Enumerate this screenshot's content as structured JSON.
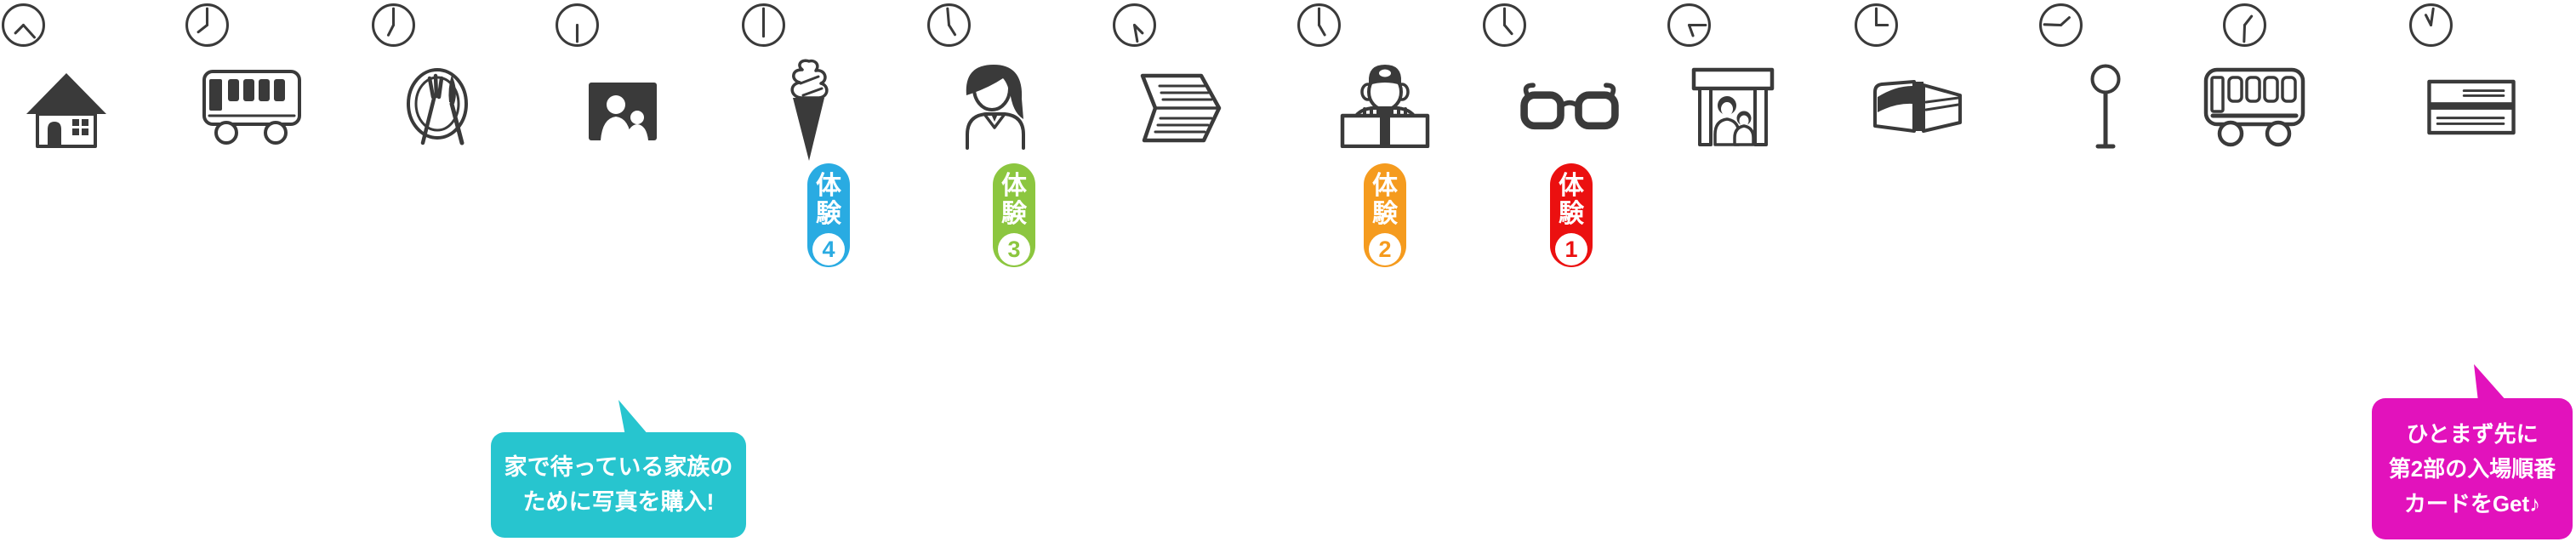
{
  "page": {
    "background": "#ffffff",
    "icon_color": "#3a3a3a"
  },
  "columns": [
    {
      "step": "home",
      "icon": "house-icon",
      "clock": {
        "hour_angle": 225,
        "minute_angle": 138
      }
    },
    {
      "step": "bus-ride",
      "icon": "bus-icon",
      "clock": {
        "hour_angle": 232,
        "minute_angle": 0
      }
    },
    {
      "step": "meal",
      "icon": "meal-icon",
      "clock": {
        "hour_angle": 207,
        "minute_angle": 0
      }
    },
    {
      "step": "photo-purchase",
      "icon": "photo-icon",
      "clock": {
        "hour_angle": 180,
        "minute_angle": 180
      }
    },
    {
      "step": "soft-serve",
      "icon": "soft-serve-icon",
      "clock": {
        "hour_angle": 180,
        "minute_angle": 0
      },
      "badge": {
        "chars": [
          "体",
          "験"
        ],
        "number": "4",
        "color": "#29ABE2"
      }
    },
    {
      "step": "staff",
      "icon": "person-icon",
      "clock": {
        "hour_angle": 148,
        "minute_angle": 355
      },
      "badge": {
        "chars": [
          "体",
          "験"
        ],
        "number": "3",
        "color": "#8CC63F"
      }
    },
    {
      "step": "pamphlet",
      "icon": "pamphlet-icon",
      "clock": {
        "hour_angle": 135,
        "minute_angle": 170
      }
    },
    {
      "step": "vendor",
      "icon": "vendor-icon",
      "clock": {
        "hour_angle": 150,
        "minute_angle": 0
      },
      "badge": {
        "chars": [
          "体",
          "験"
        ],
        "number": "2",
        "color": "#F59B1E"
      }
    },
    {
      "step": "glasses",
      "icon": "glasses-icon",
      "clock": {
        "hour_angle": 140,
        "minute_angle": 0
      },
      "badge": {
        "chars": [
          "体",
          "験"
        ],
        "number": "1",
        "color": "#EB1010"
      }
    },
    {
      "step": "entrance-gate",
      "icon": "gate-icon",
      "clock": {
        "hour_angle": 160,
        "minute_angle": 90
      }
    },
    {
      "step": "venue-building",
      "icon": "building-icon",
      "clock": {
        "hour_angle": 90,
        "minute_angle": 0
      }
    },
    {
      "step": "bus-stop",
      "icon": "bus-stop-icon",
      "clock": {
        "hour_angle": 48,
        "minute_angle": 272
      }
    },
    {
      "step": "bus-return",
      "icon": "bus-icon",
      "clock": {
        "hour_angle": 38,
        "minute_angle": 182
      }
    },
    {
      "step": "numbered-card",
      "icon": "card-icon",
      "clock": {
        "hour_angle": 333,
        "minute_angle": 8
      }
    }
  ],
  "speech_bubbles": [
    {
      "target": "photo-purchase",
      "color": "#27C5CF",
      "text_color": "#ffffff",
      "lines": [
        "家で待っている家族の",
        "ために写真を購入!"
      ]
    },
    {
      "target": "numbered-card",
      "color": "#E212BC",
      "text_color": "#ffffff",
      "lines": [
        "ひとまず先に",
        "第2部の入場順番",
        "カードをGet♪"
      ]
    }
  ]
}
